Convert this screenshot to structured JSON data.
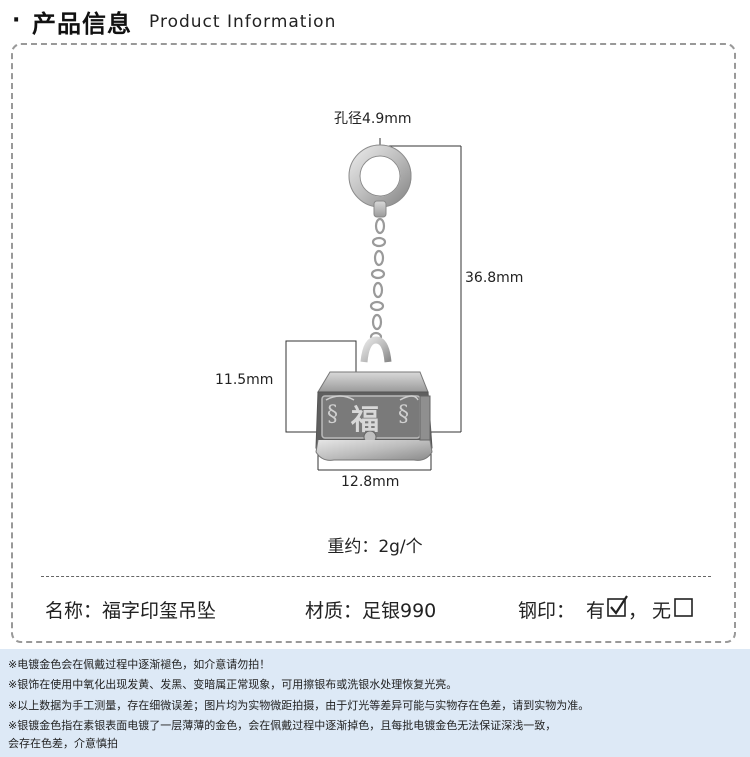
{
  "header": {
    "bullet": "·",
    "title_cn": "产品信息",
    "title_en": "Product Information"
  },
  "dimensions": {
    "hole": "孔径4.9mm",
    "length": "36.8mm",
    "height": "11.5mm",
    "width": "12.8mm"
  },
  "weight": "重约：2g/个",
  "specs": {
    "name": "名称：福字印玺吊坠",
    "material": "材质：足银990",
    "stamp_label": "钢印：",
    "stamp_yes": "有",
    "stamp_sep": "，",
    "stamp_no": "无"
  },
  "notes": [
    "※电镀金色会在佩戴过程中逐渐褪色，如介意请勿拍！",
    "※银饰在使用中氧化出现发黄、发黑、变暗属正常现象，可用擦银布或洗银水处理恢复光亮。",
    "※以上数据为手工测量，存在细微误差；图片均为实物微距拍摄，由于灯光等差异可能与实物存在色差，请到实物为准。",
    "※银镀金色指在素银表面电镀了一层薄薄的金色，会在佩戴过程中逐渐掉色，且每批电镀金色无法保证深浅一致，",
    "会存在色差，介意慎拍"
  ],
  "colors": {
    "notes_bg": "#dde9f6",
    "silver": "#c9c9c9",
    "silver_dark": "#6e6e6e"
  }
}
